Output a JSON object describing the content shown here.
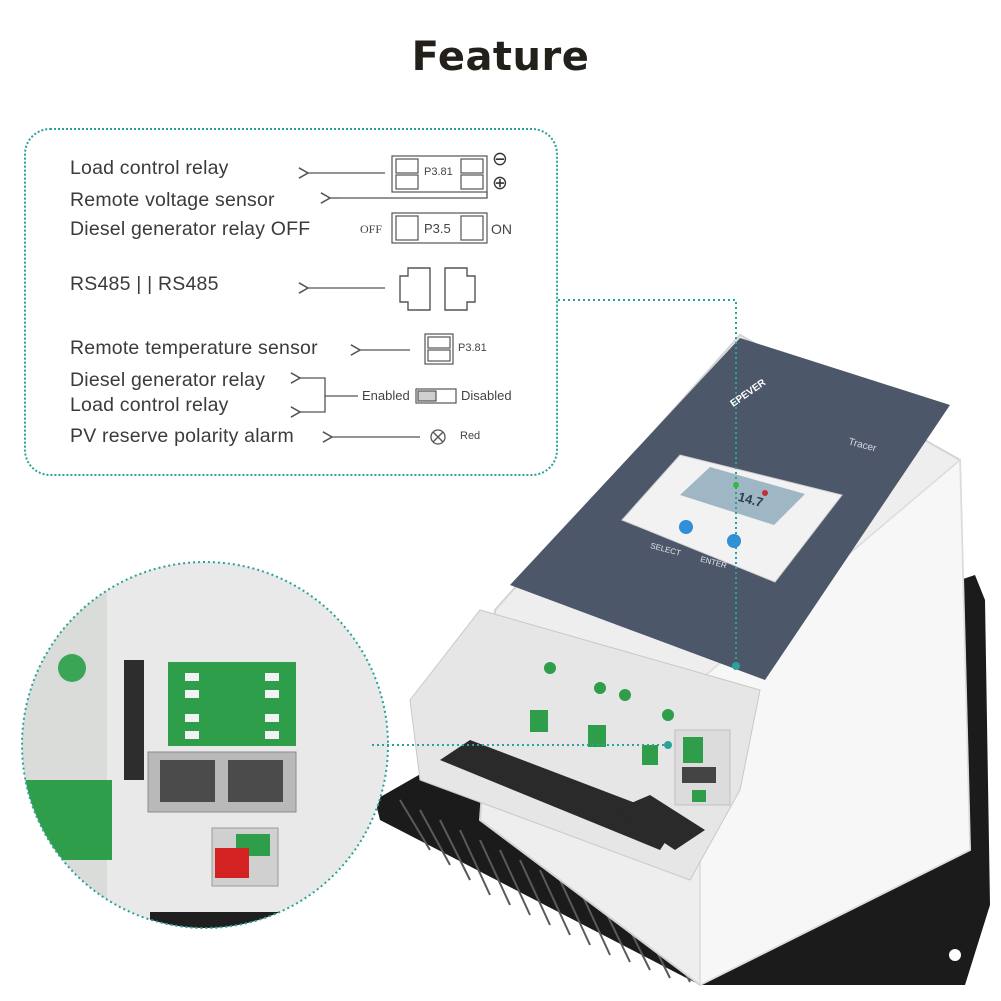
{
  "title": "Feature",
  "features": {
    "load_control_relay": "Load control relay",
    "remote_voltage_sensor": "Remote voltage sensor",
    "diesel_generator_relay_off": "Diesel generator relay OFF",
    "rs485": "RS485 | | RS485",
    "remote_temperature_sensor": "Remote temperature sensor",
    "diesel_generator_relay": "Diesel generator relay",
    "load_control_relay_2": "Load control relay",
    "pv_reserve_polarity_alarm": "PV reserve polarity alarm"
  },
  "terminals": {
    "p381_top": "P3.81",
    "minus": "⊖",
    "plus": "⊕",
    "off": "OFF",
    "p35": "P3.5",
    "on": "ON",
    "p381_temp": "P3.81",
    "enabled": "Enabled",
    "disabled": "Disabled",
    "red": "Red"
  },
  "device": {
    "brand": "EPEVER",
    "model": "Tracer",
    "button_left": "SELECT",
    "button_right": "ENTER",
    "lcd_reading": "14.7"
  },
  "colors": {
    "accent": "#2aa29a",
    "panel": "#4a5568",
    "terminal_green": "#2e9e4a"
  }
}
